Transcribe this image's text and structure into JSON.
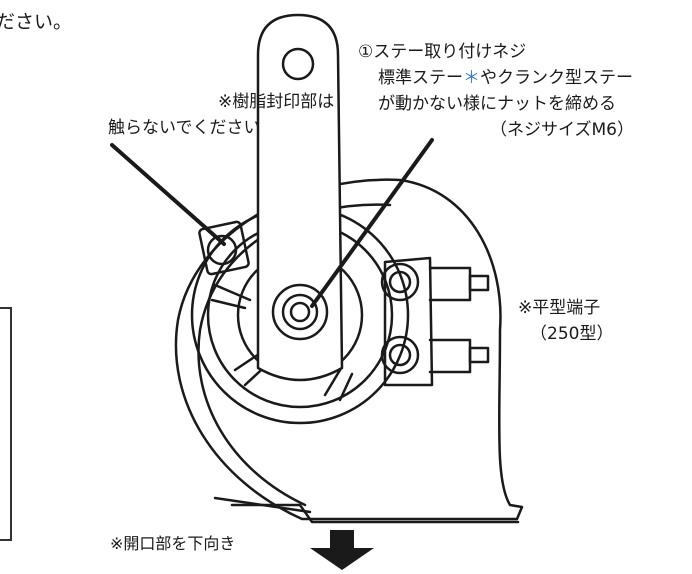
{
  "intro_text": "ださい。",
  "resin_note": {
    "line1": "※樹脂封印部は",
    "line2": "触らないでください"
  },
  "stay_screw_note": {
    "line1": "①ステー取り付けネジ",
    "line2_a": "標準ステー",
    "line2_mark": "＊",
    "line2_b": "やクランク型ステー",
    "line3": "が動かない様にナットを締める",
    "line4": "（ネジサイズM6）"
  },
  "terminal_note": {
    "line1": "※平型端子",
    "line2": "（250型）"
  },
  "opening_note": "※開口部を下向き",
  "colors": {
    "ink": "#1a1a1a",
    "mark": "#3a7bd5"
  }
}
